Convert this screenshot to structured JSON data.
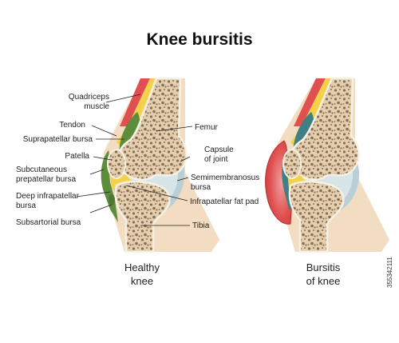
{
  "title": "Knee bursitis",
  "labels": {
    "quadriceps_1": "Quadriceps",
    "quadriceps_2": "muscle",
    "tendon": "Tendon",
    "suprapatellar": "Suprapatellar bursa",
    "patella": "Patella",
    "subcutaneous_1": "Subcutaneous",
    "subcutaneous_2": "prepatellar bursa",
    "deep_1": "Deep infrapatellar",
    "deep_2": "bursa",
    "subsartorial": "Subsartorial bursa",
    "femur": "Femur",
    "capsule_1": "Capsule",
    "capsule_2": "of joint",
    "semimem_1": "Semimembranosus",
    "semimem_2": "bursa",
    "fatpad": "Infrapatellar fat pad",
    "tibia": "Tibia"
  },
  "captions": {
    "healthy_1": "Healthy",
    "healthy_2": "knee",
    "bursitis_1": "Bursitis",
    "bursitis_2": "of knee"
  },
  "stock_id": "355342111",
  "colors": {
    "skin": "#f2dcc2",
    "bone": "#e3cfb0",
    "bone_dots": "#8a6d4e",
    "muscle": "#e05050",
    "tendon": "#f3d24a",
    "bursa_healthy": "#5d8c3a",
    "bursa_inflamed": "#d9433f",
    "capsule": "#b9cfd5",
    "cartilage": "#f6f1e4",
    "fat_pad": "#f3d24a"
  }
}
